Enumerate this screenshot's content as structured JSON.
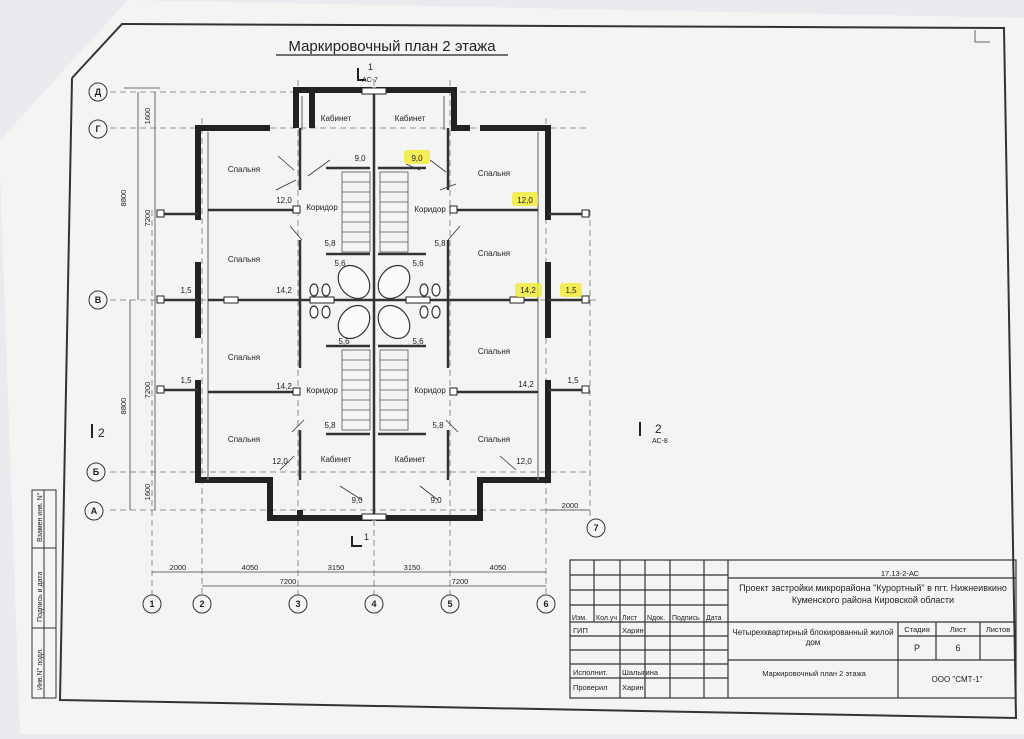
{
  "title": "Маркировочный план 2 этажа",
  "section_marks": {
    "top_number": "1",
    "top_ref": "АС-7",
    "bottom_number": "1",
    "left_number": "2",
    "right_number": "2",
    "right_ref": "АС-8"
  },
  "row_axes": [
    "Д",
    "Г",
    "В",
    "Б",
    "А"
  ],
  "col_axes": [
    "1",
    "2",
    "3",
    "4",
    "5",
    "6",
    "7"
  ],
  "left_dims": {
    "d1": "1600",
    "d2": "7200",
    "d3": "7200",
    "d4": "1600",
    "overall1": "8800",
    "overall2": "8800"
  },
  "bottom_dims": {
    "s1": "2000",
    "s2": "4050",
    "s3": "3150",
    "s4": "3150",
    "s5": "4050",
    "total_left": "7200",
    "total_right": "7200",
    "right_extra": "2000"
  },
  "rooms": {
    "cabinet": "Кабинет",
    "bedroom": "Спальня",
    "corridor": "Коридор"
  },
  "marks": {
    "m90": "9,0",
    "m120": "12,0",
    "m58": "5,8",
    "m56": "5,6",
    "m142": "14,2",
    "m15": "1,5"
  },
  "left_strip": [
    "Инв.N° подл.",
    "Подпись и дата",
    "Взамен инв. N°"
  ],
  "title_block": {
    "code": "17.13-2-АС",
    "project": "Проект застройки микрорайона \"Курортный\" в пгт. Нижнеивкино Куменского района Кировской области",
    "headers": [
      "Изм.",
      "Кол.уч",
      "Лист",
      "Nдок.",
      "Подпись",
      "Дата"
    ],
    "rows": [
      {
        "role": "ГИП",
        "name": "Харин"
      },
      {
        "role": "Исполнит.",
        "name": "Шалыгина"
      },
      {
        "role": "Проверил",
        "name": "Харин"
      }
    ],
    "building": "Четырехквартирный блокированный жилой дом",
    "sheet_name": "Маркировочный план 2 этажа",
    "stage_label": "Стадия",
    "stage": "Р",
    "sheet_label": "Лист",
    "sheet": "6",
    "sheets_label": "Листов",
    "sheets": "",
    "org": "ООО \"СМТ-1\""
  },
  "colors": {
    "paper": "#f4f4f2",
    "ink": "#2a2a2a",
    "highlight": "#f2ec3c",
    "background": "#e9ebee"
  }
}
